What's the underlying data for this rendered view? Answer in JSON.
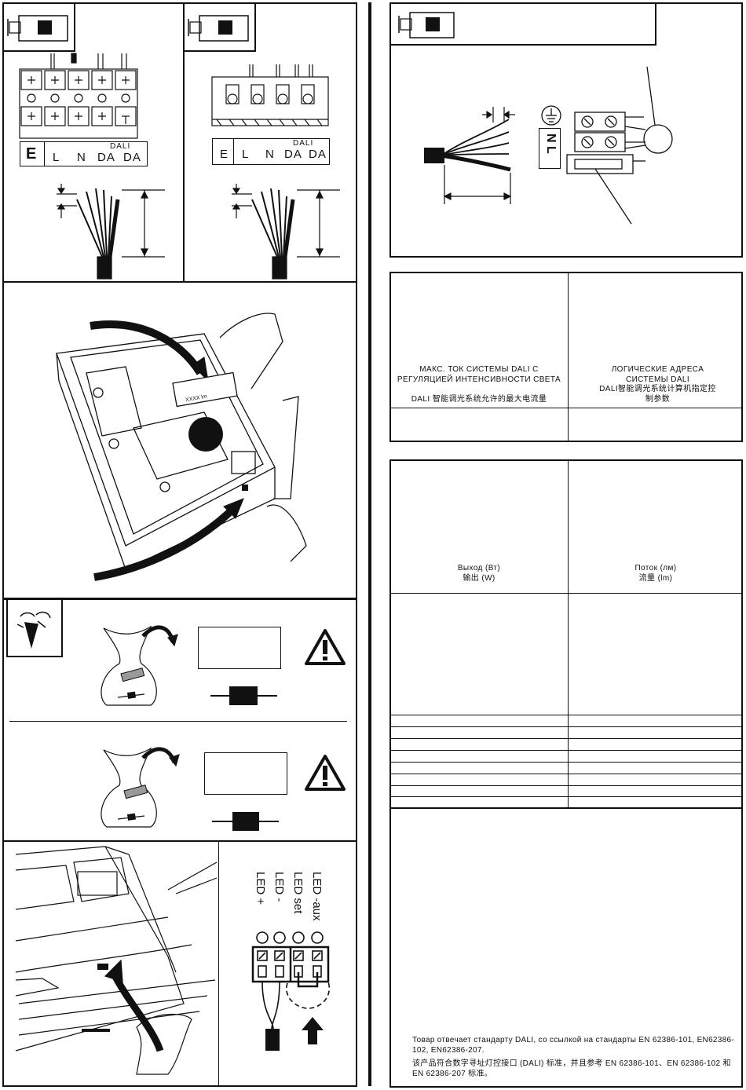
{
  "terminal_labels": {
    "e_large": "E",
    "e": "E",
    "l": "L",
    "n": "N",
    "da1": "DA",
    "da2": "DA",
    "dali": "DALI"
  },
  "label_xxxx": "XXXX  lm",
  "nl_label": "N L",
  "led_labels": {
    "aux": "LED -aux",
    "set": "LED set",
    "minus": "LED -",
    "plus": "LED +"
  },
  "table1": {
    "left_header": "МАКС. ТОК СИСТЕМЫ DALI С РЕГУЛЯЦИЕЙ ИНТЕНСИВНОСТИ СВЕТА",
    "left_header_cn": "DALI 智能调光系统允许的最大电流量",
    "right_header": "ЛОГИЧЕСКИЕ АДРЕСА СИСТЕМЫ DALI",
    "right_header_cn": "DALI智能调光系统计算机指定控制参数"
  },
  "table2": {
    "left_header": "Выход (Вт)",
    "left_header_cn": "输出 (W)",
    "right_header": "Поток (лм)",
    "right_header_cn": "流量 (lm)"
  },
  "footer": {
    "ru": "Товар отвечает стандарту DALI, со ссылкой на стандарты EN 62386-101, EN62386-102, EN62386-207.",
    "cn": "该产品符合数字寻址灯控接口 (DALI) 标准，并且参考 EN 62386-101、EN 62386-102 和 EN 62386-207 标准。"
  }
}
